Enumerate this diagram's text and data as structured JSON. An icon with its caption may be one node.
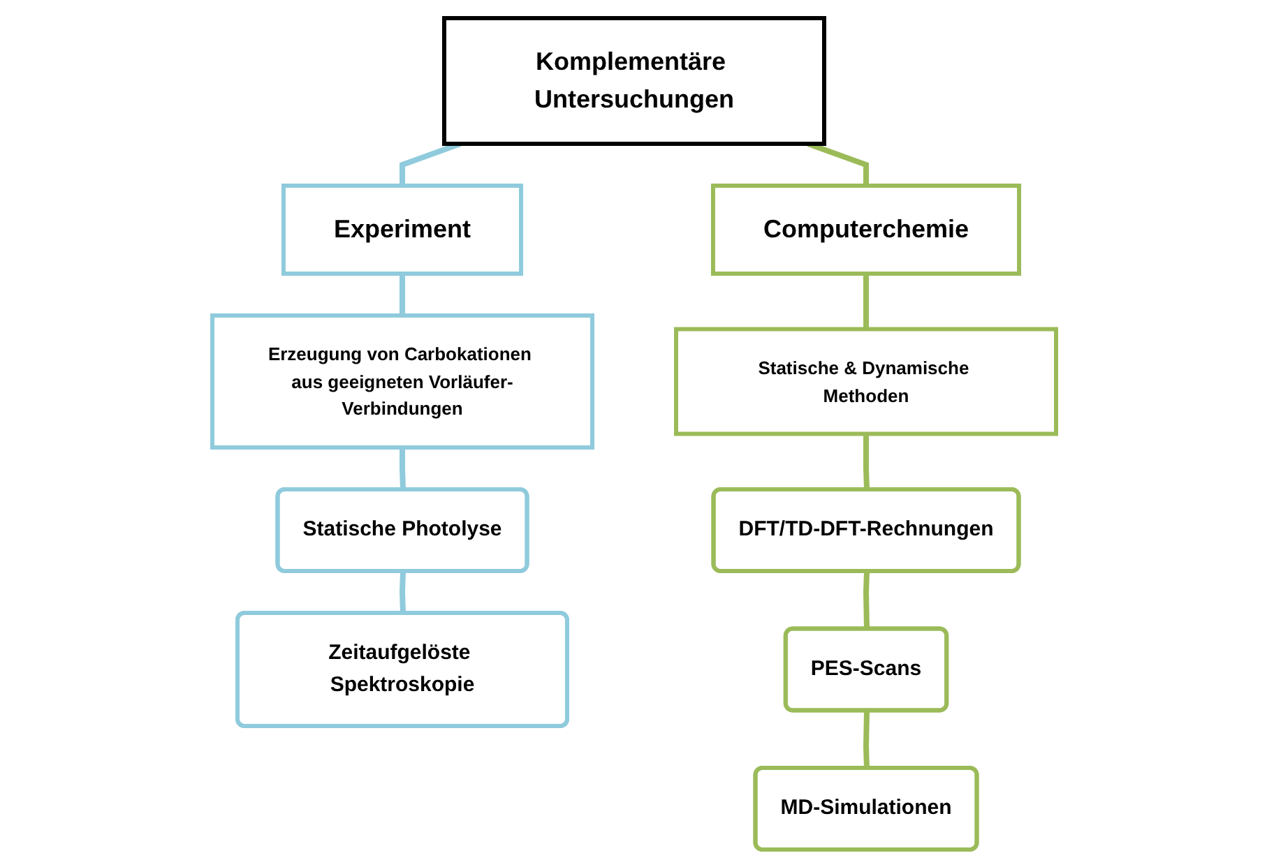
{
  "diagram": {
    "nodes": [
      {
        "text": [
          "Komplementäre Untersuchungen"
        ]
      },
      {
        "text": [
          "Experiment"
        ]
      },
      {
        "text": [
          "Erzeugung von Carbokationen aus geeigneten Vorläufer-Verbindungen"
        ]
      },
      {
        "text": [
          "Statische Photolyse"
        ]
      },
      {
        "text": [
          "Zeitaufgelöste Spektroskopie"
        ]
      },
      {
        "text": [
          "Computerchemie"
        ]
      },
      {
        "text": [
          "Statische & Dynamische Methoden"
        ]
      },
      {
        "text": [
          "DFT/TD-DFT-Rechnungen"
        ]
      },
      {
        "text": [
          "PES-Scans"
        ]
      },
      {
        "text": [
          "MD-Simulationen"
        ]
      }
    ],
    "edges": [
      {
        "from": 0,
        "to": 1,
        "arrow": "none",
        "color": "#8fcbdc"
      },
      {
        "from": 1,
        "to": 2,
        "arrow": "none",
        "color": "#8fcbdc"
      },
      {
        "from": 2,
        "to": 3,
        "arrow": "none",
        "color": "#8fcbdc"
      },
      {
        "from": 3,
        "to": 4,
        "arrow": "none",
        "color": "#8fcbdc"
      },
      {
        "from": 0,
        "to": 5,
        "arrow": "none"
      },
      {
        "from": 5,
        "to": 6,
        "arrow": "none"
      },
      {
        "from": 6,
        "to": 7,
        "arrow": "none"
      },
      {
        "from": 7,
        "to": 8,
        "arrow": "none"
      },
      {
        "from": 8,
        "to": 9,
        "arrow": "none"
      }
    ]
  }
}
